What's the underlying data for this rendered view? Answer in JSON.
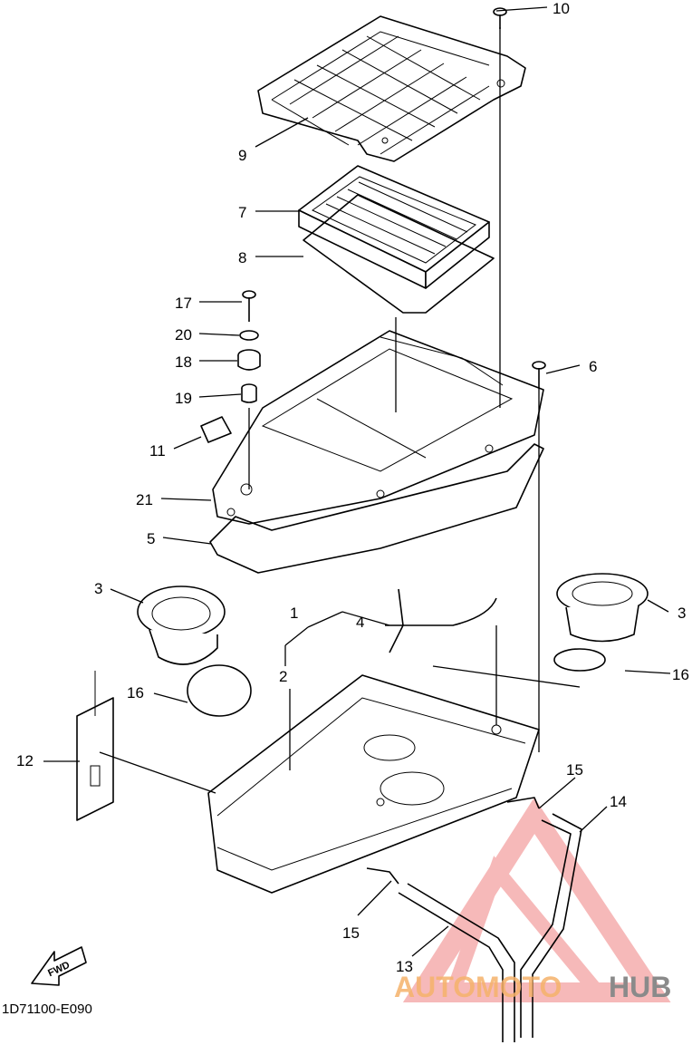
{
  "diagram": {
    "code": "1D71100-E090",
    "fwd_label": "FWD",
    "watermark": {
      "prefix": "AUTO",
      "middle": "MOTO",
      "suffix": "HUB",
      "colors": {
        "prefix": "#f5b26b",
        "middle": "#f5b26b",
        "suffix": "#8a8a8a",
        "triangle": "#f08080"
      }
    },
    "callouts": {
      "c1": "1",
      "c2": "2",
      "c3a": "3",
      "c3b": "3",
      "c4": "4",
      "c5": "5",
      "c6": "6",
      "c7": "7",
      "c8": "8",
      "c9": "9",
      "c10": "10",
      "c11": "11",
      "c12": "12",
      "c13": "13",
      "c14": "14",
      "c15a": "15",
      "c15b": "15",
      "c16a": "16",
      "c16b": "16",
      "c17": "17",
      "c18": "18",
      "c19": "19",
      "c20": "20",
      "c21": "21"
    }
  }
}
